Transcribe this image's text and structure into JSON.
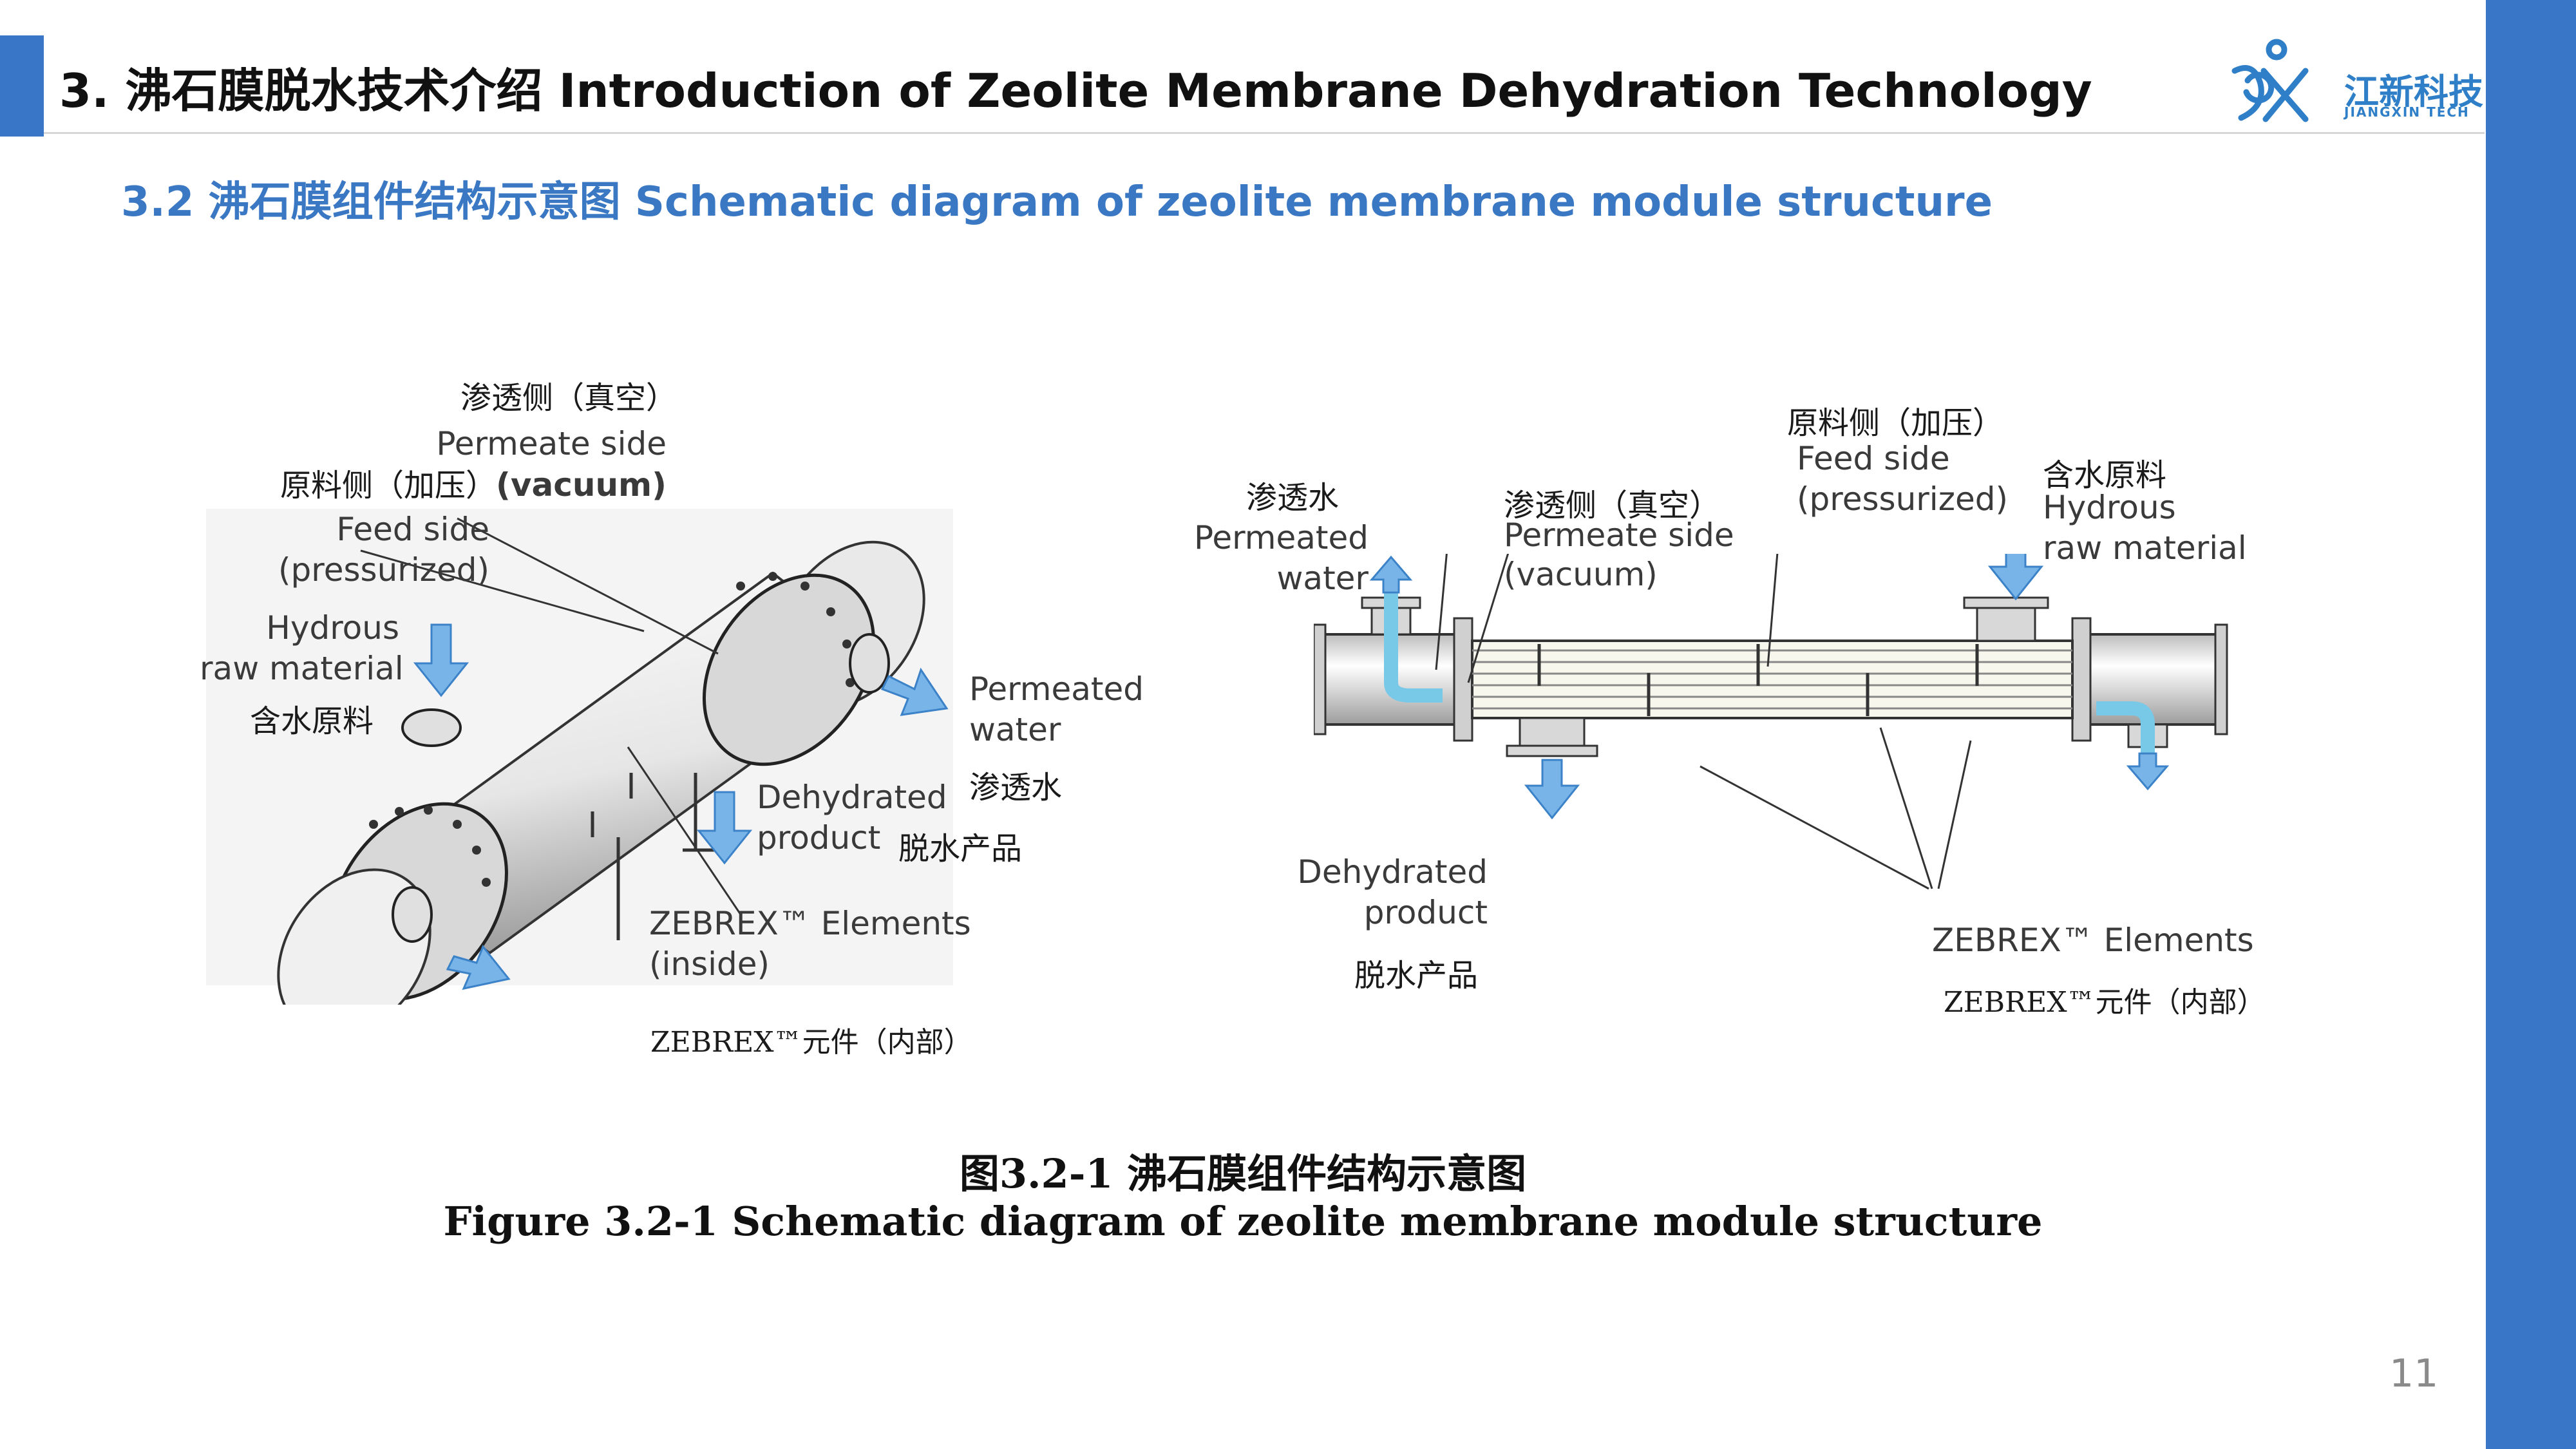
{
  "header": {
    "title": "3. 沸石膜脱水技术介绍 Introduction of Zeolite Membrane Dehydration Technology",
    "logo_cn": "江新科技",
    "logo_en": "JIANGXIN TECH"
  },
  "subtitle": "3.2 沸石膜组件结构示意图 Schematic diagram of zeolite membrane module structure",
  "left_diagram": {
    "permeate_side_cn": "渗透侧（真空）",
    "permeate_side_en_1": "Permeate side",
    "permeate_side_en_2": "(vacuum)",
    "feed_side_cn": "原料侧（加压）",
    "feed_side_en_1": "Feed side",
    "feed_side_en_2": "(pressurized)",
    "hydrous_en_1": "Hydrous",
    "hydrous_en_2": "raw material",
    "hydrous_cn": "含水原料",
    "permeated_water_en_1": "Permeated",
    "permeated_water_en_2": "water",
    "permeated_water_cn": "渗透水",
    "dehydrated_en_1": "Dehydrated",
    "dehydrated_en_2": "product",
    "dehydrated_cn": "脱水产品",
    "zebrex_en_1": "ZEBREX™ Elements",
    "zebrex_en_2": "(inside)",
    "zebrex_cn": "ZEBREX™元件（内部）"
  },
  "right_diagram": {
    "permeated_water_cn": "渗透水",
    "permeated_water_en_1": "Permeated",
    "permeated_water_en_2": "water",
    "permeate_side_cn": "渗透侧（真空）",
    "permeate_side_en_1": "Permeate side",
    "permeate_side_en_2": "(vacuum)",
    "feed_side_cn": "原料侧（加压）",
    "feed_side_en_1": "Feed side",
    "feed_side_en_2": "(pressurized)",
    "hydrous_cn": "含水原料",
    "hydrous_en_1": "Hydrous",
    "hydrous_en_2": "raw material",
    "dehydrated_en_1": "Dehydrated",
    "dehydrated_en_2": "product",
    "dehydrated_cn": "脱水产品",
    "zebrex_en": "ZEBREX™ Elements",
    "zebrex_cn": "ZEBREX™元件（内部）"
  },
  "caption": {
    "cn": "图3.2-1 沸石膜组件结构示意图",
    "en": "Figure 3.2-1 Schematic diagram of zeolite membrane module structure"
  },
  "page_number": "11",
  "colors": {
    "accent_blue": "#3a76c8",
    "subtitle_blue": "#3a78c4",
    "arrow_blue": "#78b4e8",
    "logo_blue": "#2f7fc8"
  }
}
